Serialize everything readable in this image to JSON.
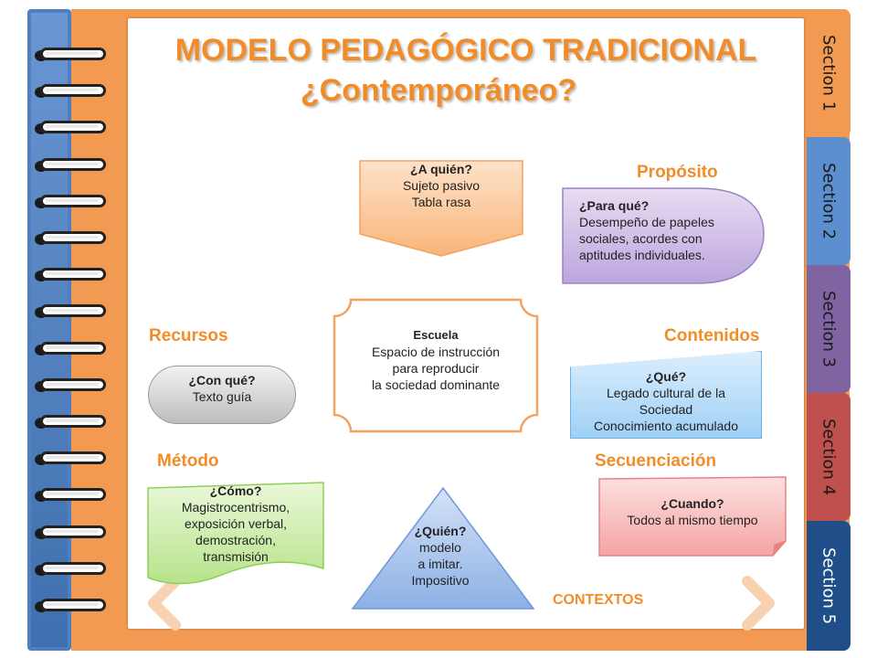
{
  "title": {
    "line1": "MODELO PEDAGÓGICO TRADICIONAL",
    "line2": "¿Contemporáneo?"
  },
  "tabs": [
    {
      "label": "Section 1",
      "color": "#f39a52"
    },
    {
      "label": "Section 2",
      "color": "#5b8fd0"
    },
    {
      "label": "Section 3",
      "color": "#8064a2"
    },
    {
      "label": "Section 4",
      "color": "#c0504d"
    },
    {
      "label": "Section 5",
      "color": "#1f4e89"
    }
  ],
  "labels": {
    "proposito": "Propósito",
    "recursos": "Recursos",
    "contenidos": "Contenidos",
    "metodo": "Método",
    "secuenciacion": "Secuenciación",
    "contextos": "CONTEXTOS"
  },
  "boxes": {
    "a_quien": {
      "q": "¿A quién?",
      "l1": "Sujeto pasivo",
      "l2": "Tabla rasa"
    },
    "para_que": {
      "q": "¿Para qué?",
      "l1": "Desempeño de papeles",
      "l2": "sociales, acordes con",
      "l3": "aptitudes individuales."
    },
    "escuela": {
      "q": "Escuela",
      "l1": "Espacio de instrucción",
      "l2": "para reproducir",
      "l3": "la sociedad dominante"
    },
    "con_que": {
      "q": "¿Con qué?",
      "l1": "Texto guía"
    },
    "que": {
      "q": "¿Qué?",
      "l1": "Legado cultural de la",
      "l2": "Sociedad",
      "l3": "Conocimiento acumulado"
    },
    "como": {
      "q": "¿Cómo?",
      "l1": "Magistrocentrismo,",
      "l2": "exposición verbal,",
      "l3": "demostración,",
      "l4": "transmisión"
    },
    "quien": {
      "q": "¿Quién?",
      "l1": "modelo",
      "l2": "a imitar.",
      "l3": "Impositivo"
    },
    "cuando": {
      "q": "¿Cuando?",
      "l1": "Todos al mismo tiempo"
    }
  },
  "colors": {
    "accent": "#f28c28",
    "cover": "#f39a52",
    "spine": "#4f7fc0"
  }
}
